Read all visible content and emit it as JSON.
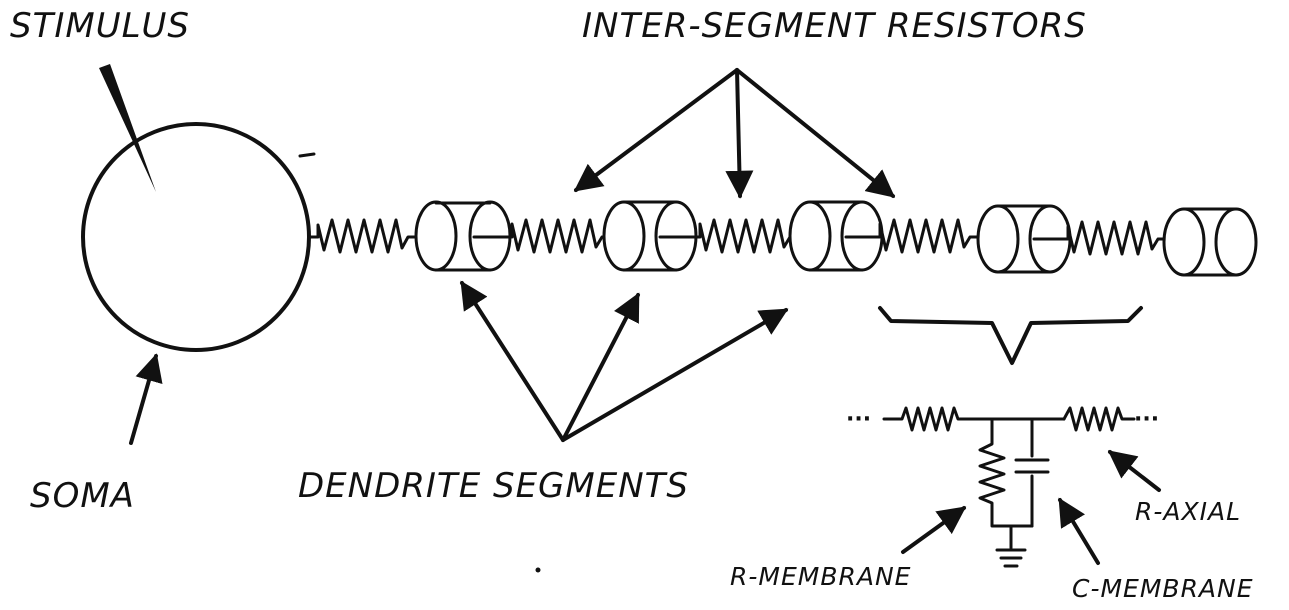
{
  "labels": {
    "stimulus": "STIMULUS",
    "inter_segment_resistors": "INTER-SEGMENT RESISTORS",
    "soma": "SOMA",
    "dendrite_segments": "DENDRITE SEGMENTS",
    "r_axial": "R-AXIAL",
    "r_membrane": "R-MEMBRANE",
    "c_membrane": "C-MEMBRANE"
  },
  "colors": {
    "ink": "#111111",
    "background": "#ffffff"
  }
}
